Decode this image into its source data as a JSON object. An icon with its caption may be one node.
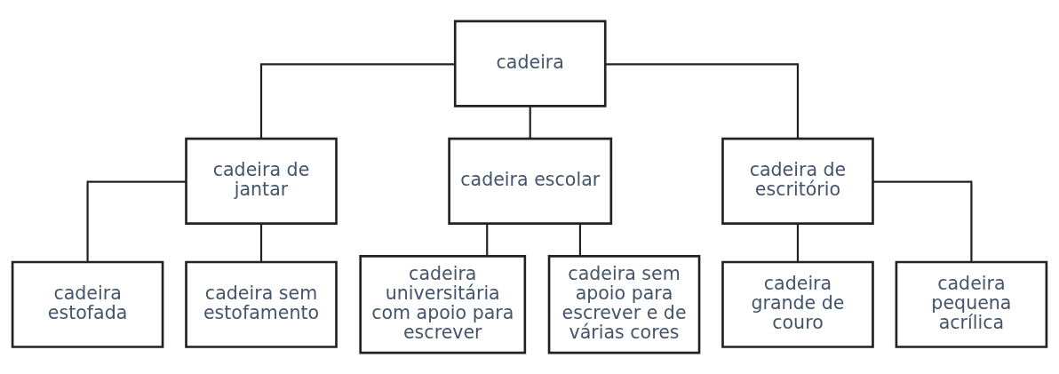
{
  "diagram": {
    "nodes": [
      {
        "text": [
          "cadeira"
        ]
      },
      {
        "text": [
          "cadeira de jantar"
        ]
      },
      {
        "text": [
          "cadeira escolar"
        ]
      },
      {
        "text": [
          "cadeira de escritório"
        ]
      },
      {
        "text": [
          "cadeira estofada"
        ]
      },
      {
        "text": [
          "cadeira sem estofamento"
        ]
      },
      {
        "text": [
          "cadeira universitária com apoio para escrever"
        ]
      },
      {
        "text": [
          "cadeira sem apoio para escrever e de várias cores"
        ]
      },
      {
        "text": [
          "cadeira grande de couro"
        ]
      },
      {
        "text": [
          "cadeira pequena acrílica"
        ]
      }
    ],
    "edges": [
      {
        "from": 0,
        "to": 1,
        "arrow": "none"
      },
      {
        "from": 0,
        "to": 2,
        "arrow": "none"
      },
      {
        "from": 0,
        "to": 3,
        "arrow": "none"
      },
      {
        "from": 1,
        "to": 4,
        "arrow": "none"
      },
      {
        "from": 1,
        "to": 5,
        "arrow": "none"
      },
      {
        "from": 2,
        "to": 6,
        "arrow": "none"
      },
      {
        "from": 2,
        "to": 7,
        "arrow": "none"
      },
      {
        "from": 3,
        "to": 8,
        "arrow": "none"
      },
      {
        "from": 3,
        "to": 9,
        "arrow": "none"
      }
    ]
  }
}
